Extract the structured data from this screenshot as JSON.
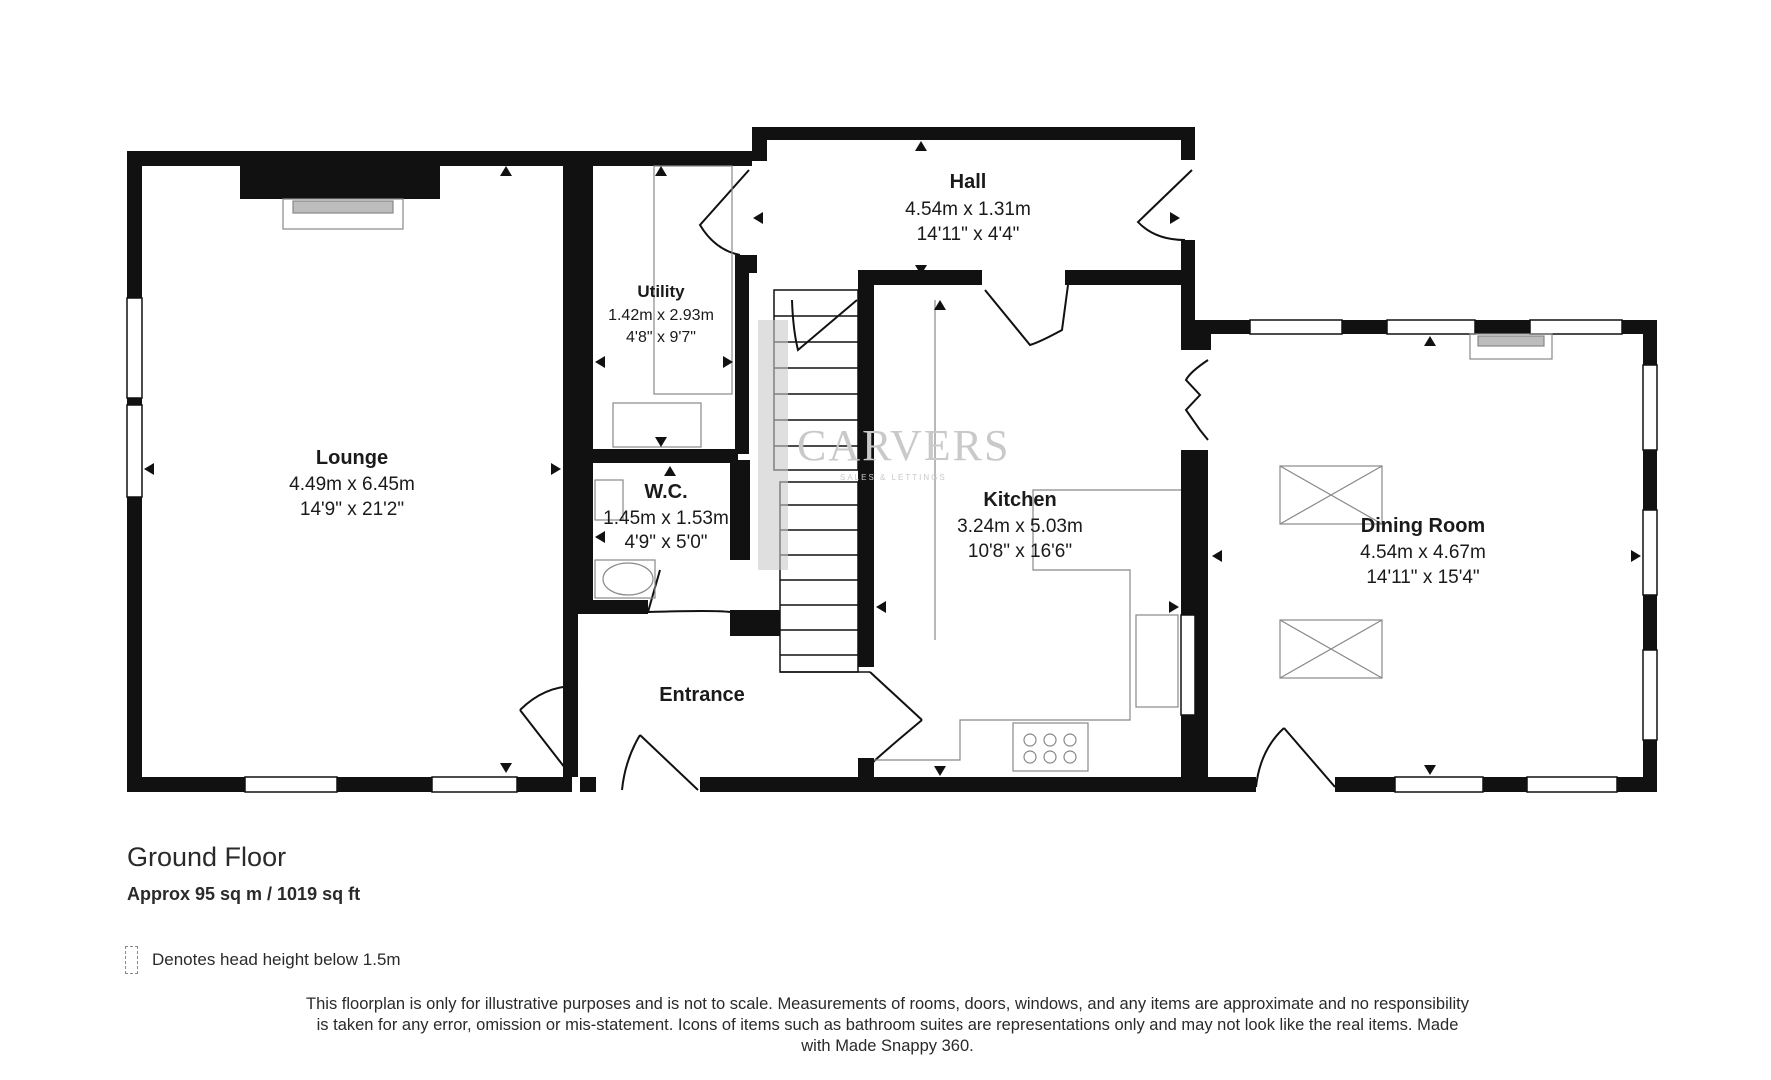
{
  "floor": {
    "title": "Ground Floor",
    "area": "Approx 95 sq m / 1019 sq ft"
  },
  "rooms": {
    "hall": {
      "name": "Hall",
      "metric": "4.54m x 1.31m",
      "imperial": "14'11\" x 4'4\""
    },
    "utility": {
      "name": "Utility",
      "metric": "1.42m x 2.93m",
      "imperial": "4'8\" x 9'7\""
    },
    "lounge": {
      "name": "Lounge",
      "metric": "4.49m x 6.45m",
      "imperial": "14'9\" x 21'2\""
    },
    "wc": {
      "name": "W.C.",
      "metric": "1.45m x 1.53m",
      "imperial": "4'9\" x 5'0\""
    },
    "kitchen": {
      "name": "Kitchen",
      "metric": "3.24m x 5.03m",
      "imperial": "10'8\" x 16'6\""
    },
    "dining": {
      "name": "Dining Room",
      "metric": "4.54m x 4.67m",
      "imperial": "14'11\" x 15'4\""
    },
    "entrance": {
      "name": "Entrance"
    }
  },
  "watermark": {
    "brand": "CARVERS",
    "tagline": "SALES & LETTINGS"
  },
  "legend": {
    "text": "Denotes head height below 1.5m"
  },
  "disclaimer": "This floorplan is only for illustrative purposes and is not to scale. Measurements of rooms, doors, windows, and any items are approximate and no responsibility is taken for any error, omission or mis-statement. Icons of items such as bathroom suites are representations only and may not look like the real items. Made with Made Snappy 360.",
  "colors": {
    "wall": "#111111",
    "fixture": "#888888",
    "watermark": "#c9c9c9"
  }
}
